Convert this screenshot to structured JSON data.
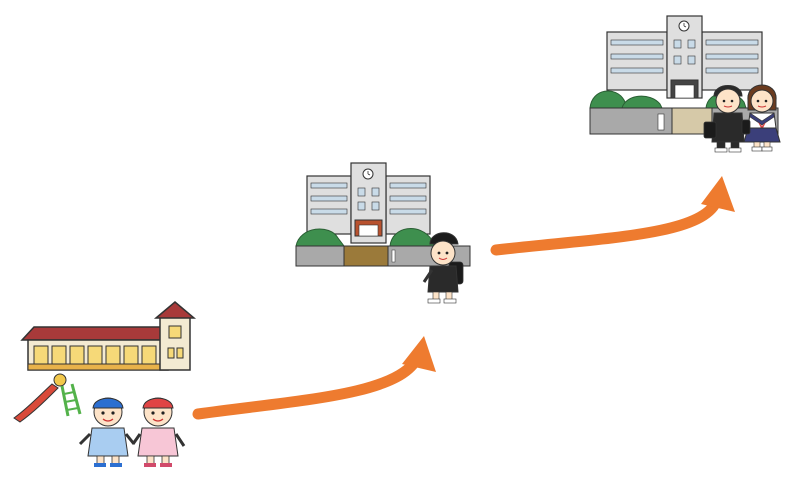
{
  "diagram": {
    "stages": [
      {
        "id": "kindergarten",
        "icon": "kindergarten-icon"
      },
      {
        "id": "elementary-school",
        "icon": "elementary-school-icon"
      },
      {
        "id": "secondary-school",
        "icon": "secondary-school-icon"
      }
    ],
    "colors": {
      "arrow": "#ee7b2f",
      "building_wall": "#dfdfdf",
      "building_outline": "#333333",
      "window": "#c9dbe8",
      "tree": "#3e8f4e",
      "hedge_wall": "#a9a9a9",
      "kindergarten_roof": "#a83a3a",
      "kindergarten_wall": "#f3ead2",
      "kindergarten_window": "#f6d978",
      "slide": "#d94a3a",
      "slide_ladder": "#53b24a",
      "child_cap_blue": "#2c6fd1",
      "child_cap_red": "#e04444",
      "smock_blue": "#a9cdf1",
      "smock_pink": "#f7c6d6",
      "skin": "#fde3c8",
      "uniform_dark": "#2a2a2a",
      "school_bag": "#1b1b1b",
      "skirt_navy": "#3b3f7a"
    }
  }
}
